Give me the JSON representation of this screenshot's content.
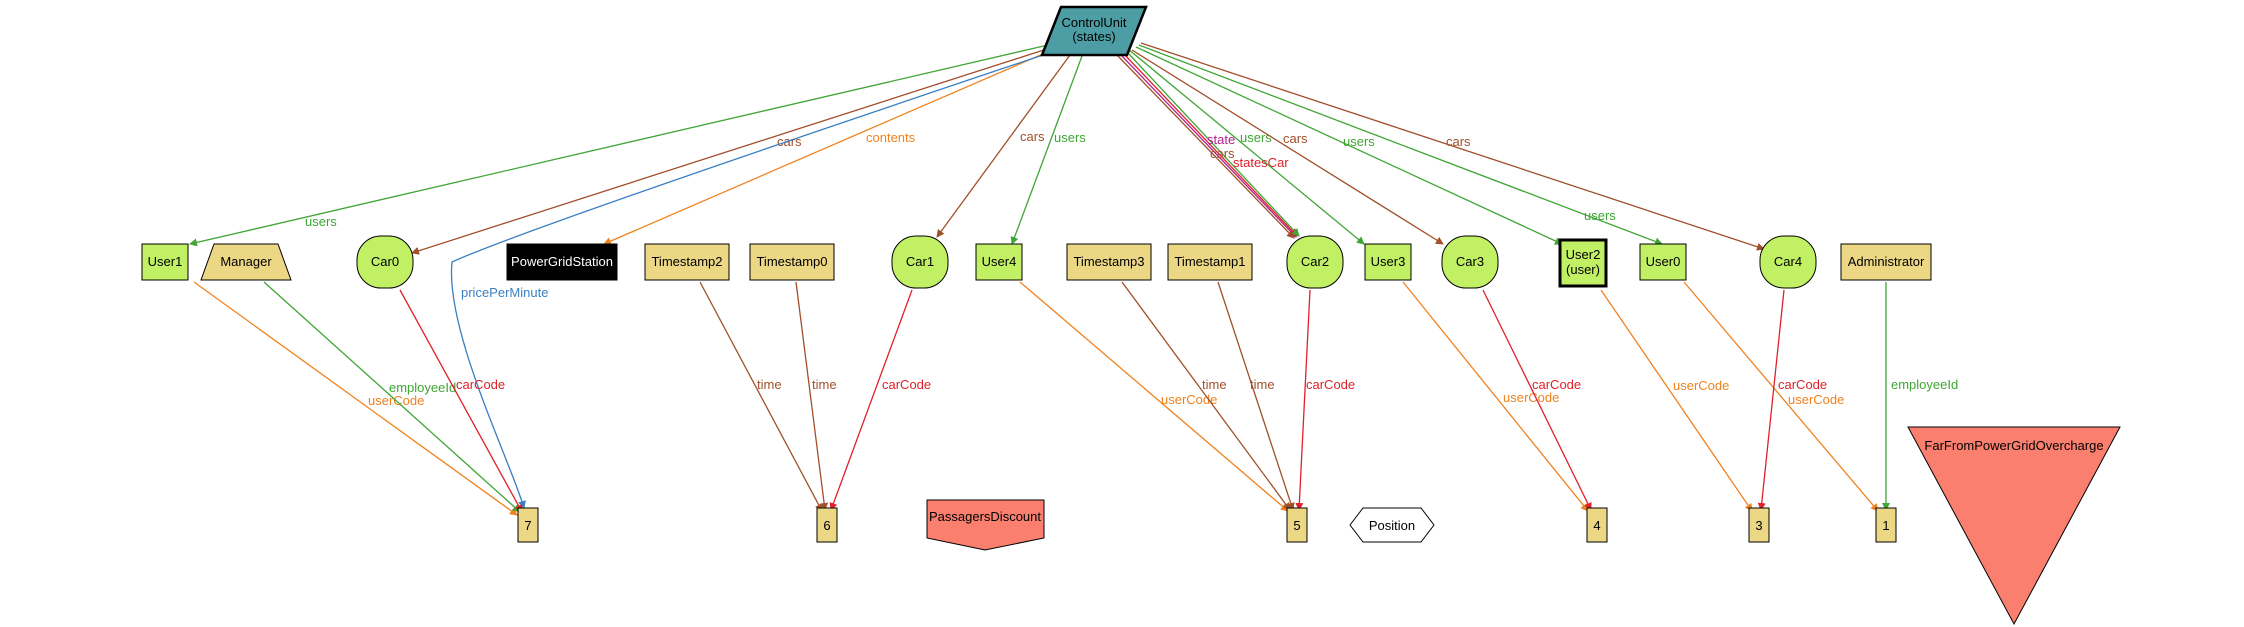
{
  "colors": {
    "users": "#3fa535",
    "cars": "#a0502a",
    "contents": "#f0821e",
    "pricePerMinute": "#3a7fc1",
    "time": "#a0502a",
    "carCode": "#e0202a",
    "userCode": "#f0821e",
    "employeeId": "#3fa535",
    "state": "#b0208c",
    "statesCar": "#e0202a",
    "atom_green": "#c2f065",
    "atom_yellow": "#ecd785",
    "atom_teal": "#4d9ea4",
    "atom_salmon": "#fa7f6f",
    "atom_black": "#000000"
  },
  "nodes": {
    "controlunit": {
      "line1": "ControlUnit",
      "line2": "(states)"
    },
    "user1": {
      "label": "User1"
    },
    "manager": {
      "label": "Manager"
    },
    "car0": {
      "label": "Car0"
    },
    "powergridstation": {
      "label": "PowerGridStation"
    },
    "timestamp2": {
      "label": "Timestamp2"
    },
    "timestamp0": {
      "label": "Timestamp0"
    },
    "car1": {
      "label": "Car1"
    },
    "user4": {
      "label": "User4"
    },
    "timestamp3": {
      "label": "Timestamp3"
    },
    "timestamp1": {
      "label": "Timestamp1"
    },
    "car2": {
      "label": "Car2"
    },
    "user3": {
      "label": "User3"
    },
    "car3": {
      "label": "Car3"
    },
    "user2": {
      "line1": "User2",
      "line2": "(user)"
    },
    "user0": {
      "label": "User0"
    },
    "car4": {
      "label": "Car4"
    },
    "administrator": {
      "label": "Administrator"
    },
    "n7": {
      "label": "7"
    },
    "n6": {
      "label": "6"
    },
    "passagersdiscount": {
      "label": "PassagersDiscount"
    },
    "n5": {
      "label": "5"
    },
    "position": {
      "label": "Position"
    },
    "n4": {
      "label": "4"
    },
    "n3": {
      "label": "3"
    },
    "n1": {
      "label": "1"
    },
    "farfrompowergridovercharge": {
      "label": "FarFromPowerGridOvercharge"
    }
  },
  "edges": {
    "cu_user1": "users",
    "cu_car0": "cars",
    "cu_manager_contents": "contents",
    "cu_price": "pricePerMinute",
    "cu_car1": "cars",
    "cu_user4": "users",
    "cu_car2_state": "state",
    "cu_car2_cars": "cars",
    "cu_car2_statesCar": "statesCar",
    "cu_car2_users": "users",
    "cu_car3": "cars",
    "cu_user3": "users",
    "cu_user2": "users",
    "cu_user0": "users",
    "cu_car4": "cars",
    "user1_usercode": "userCode",
    "manager_employeeid": "employeeId",
    "car0_carcode": "carCode",
    "ts2_time": "time",
    "ts0_time": "time",
    "car1_carcode": "carCode",
    "user4_usercode": "userCode",
    "ts3_time": "time",
    "ts1_time": "time",
    "car2_carcode": "carCode",
    "user3_usercode": "userCode",
    "car3_carcode": "carCode",
    "user2_usercode": "userCode",
    "user0_usercode": "userCode",
    "car4_carcode": "carCode",
    "admin_employeeid": "employeeId"
  }
}
